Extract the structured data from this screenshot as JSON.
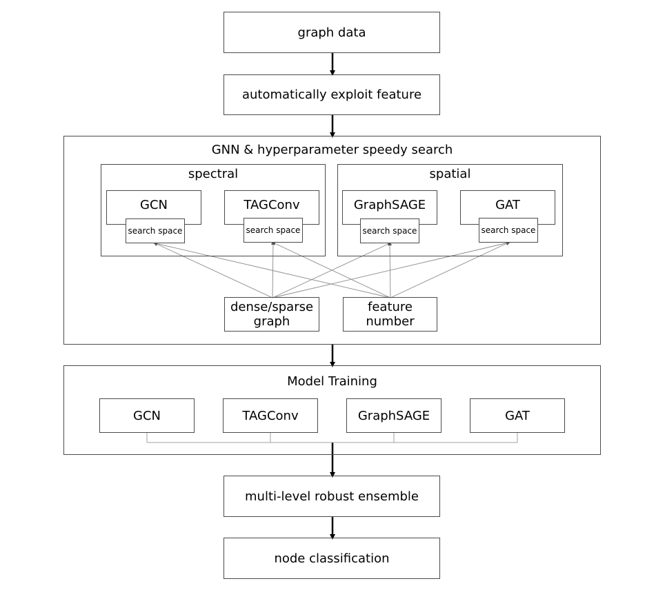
{
  "pipeline": {
    "graph_data": "graph data",
    "feature": "automatically exploit feature",
    "ensemble": "multi-level robust ensemble",
    "classification": "node classification"
  },
  "search_section": {
    "title": "GNN & hyperparameter speedy search",
    "spectral": {
      "title": "spectral",
      "models": [
        {
          "name": "GCN",
          "search": "search space"
        },
        {
          "name": "TAGConv",
          "search": "search space"
        }
      ]
    },
    "spatial": {
      "title": "spatial",
      "models": [
        {
          "name": "GraphSAGE",
          "search": "search space"
        },
        {
          "name": "GAT",
          "search": "search space"
        }
      ]
    },
    "inputs": {
      "dense_line1": "dense/sparse",
      "dense_line2": "graph",
      "feature_line1": "feature",
      "feature_line2": "number"
    }
  },
  "training_section": {
    "title": "Model Training",
    "models": [
      "GCN",
      "TAGConv",
      "GraphSAGE",
      "GAT"
    ]
  },
  "colors": {
    "border": "#4a4a4a",
    "arrow": "#000000",
    "connector": "#9a9a9a"
  }
}
